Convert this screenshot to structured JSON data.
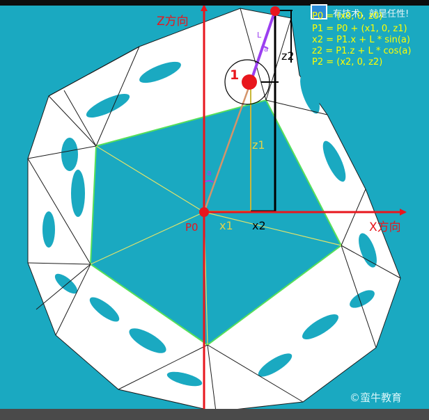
{
  "axes": {
    "z_label": "Z方向",
    "x_label": "X方向"
  },
  "points": {
    "p0": "P0",
    "p1": "1"
  },
  "segments": {
    "x1": "x1",
    "x2": "x2",
    "z1": "z1",
    "z2": "z2",
    "angle": "a",
    "length": "L"
  },
  "formulas": [
    "P0 = (x0, 0, z0)",
    "P1 = P0 + (x1, 0, z1)",
    "x2 = P1.x + L * sin(a)",
    "z2 = P1.z + L * cos(a)",
    "P2 = (x2, 0, z2)"
  ],
  "watermark": {
    "slogan": "有技术，就是任性!"
  },
  "copyright": "©蛮牛教育",
  "colors": {
    "background": "#1aa9c1",
    "axis": "#e8161d",
    "formula": "#ffff00",
    "arm_segment": "#d4946a",
    "lever_segment": "#9b3ff0",
    "z1_line": "#c9b83a",
    "mesh_edge": "#57e05a",
    "inner_spoke": "#e3e36a"
  }
}
